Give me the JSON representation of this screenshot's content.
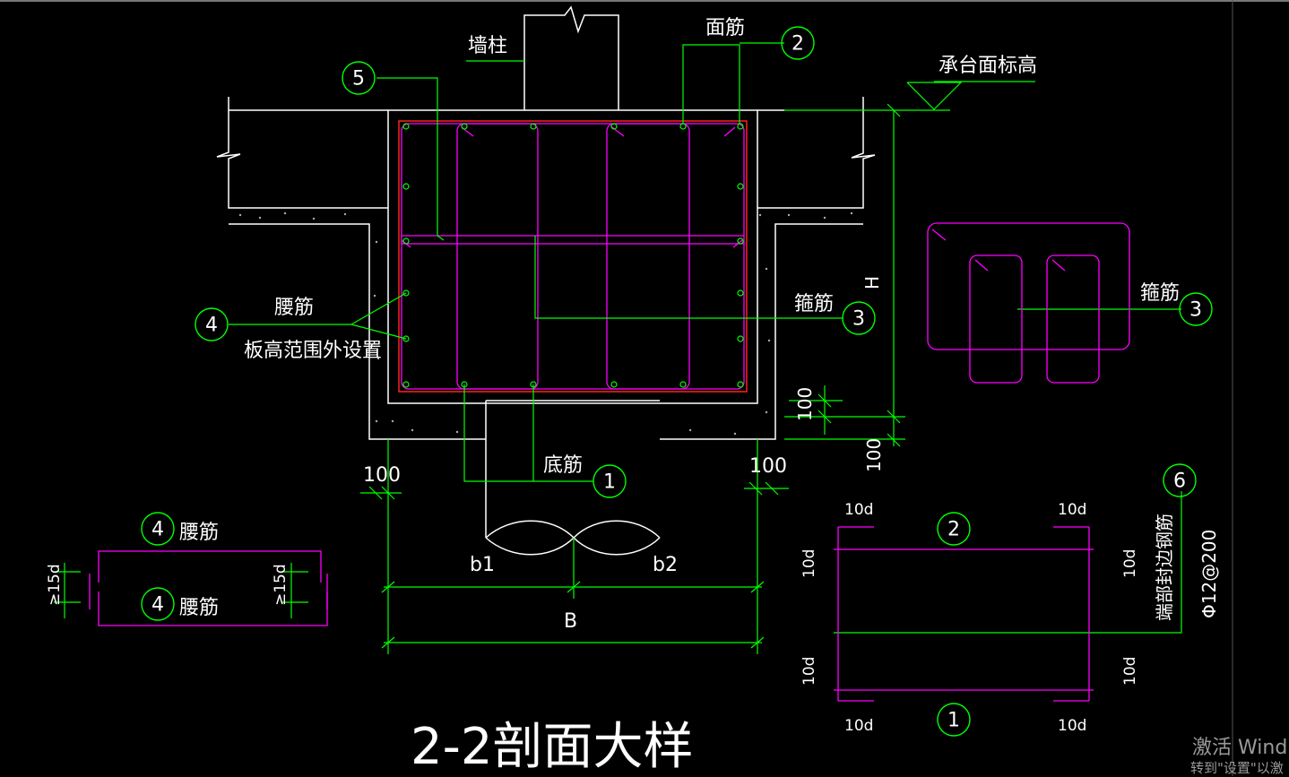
{
  "title": "2-2剖面大样",
  "labels": {
    "wall_column": "墙柱",
    "top_bar": "面筋",
    "cap_top_elev": "承台面标高",
    "waist_bar": "腰筋",
    "waist_note": "板高范围外设置",
    "stirrup": "箍筋",
    "bottom_bar": "底筋",
    "end_closing_bar": "端部封边钢筋",
    "end_bar_spec": "Φ12@200"
  },
  "markers": {
    "m1": "1",
    "m2": "2",
    "m3": "3",
    "m4": "4",
    "m5": "5",
    "m6": "6"
  },
  "dimensions": {
    "d100": "100",
    "H": "H",
    "b1": "b1",
    "b2": "b2",
    "B": "B",
    "d10": "10d",
    "d15": "≥15d"
  },
  "watermark": {
    "line1": "激活 Wind",
    "line2": "转到\"设置\"以激"
  },
  "colors": {
    "background": "#000000",
    "concrete": "#ffffff",
    "rebar": "#ff00ff",
    "leader": "#00ff00",
    "main_bar": "#ff0000",
    "text": "#ffffff"
  }
}
